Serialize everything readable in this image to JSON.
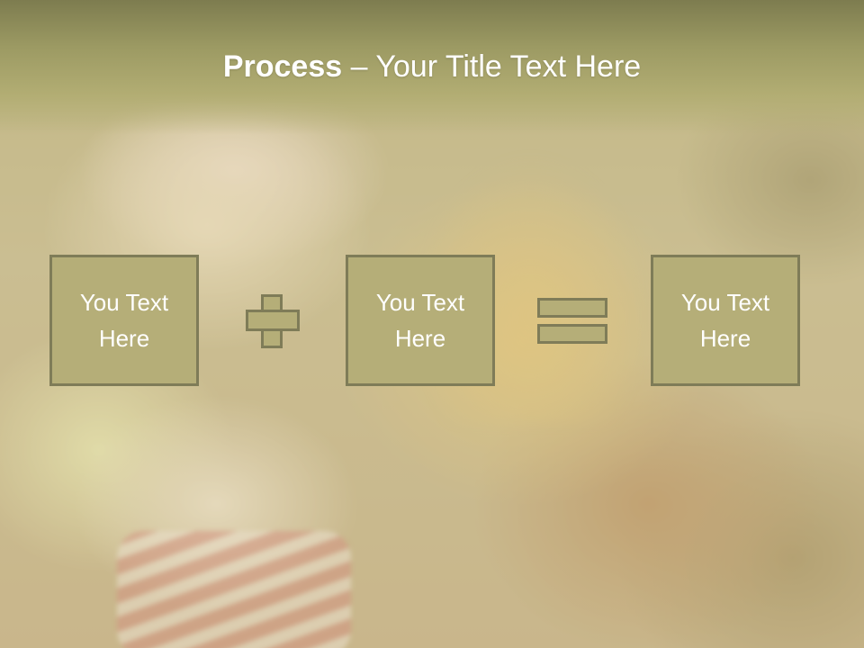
{
  "slide": {
    "title_bold": "Process",
    "title_rest": " – Your Title Text Here"
  },
  "process": {
    "boxes": [
      {
        "line1": "You Text",
        "line2": "Here"
      },
      {
        "line1": "You Text",
        "line2": "Here"
      },
      {
        "line1": "You Text",
        "line2": "Here"
      }
    ],
    "operators": [
      "plus-icon",
      "equals-icon"
    ]
  },
  "colors": {
    "header": "#9c9a63",
    "box_fill": "#b5ae78",
    "box_border": "#7f7c58",
    "text": "#ffffff"
  }
}
